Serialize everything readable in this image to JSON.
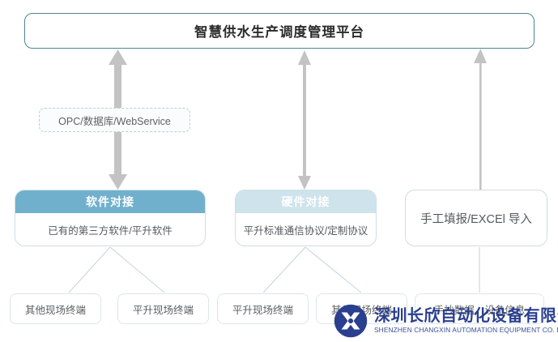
{
  "platform": {
    "title": "智慧供水生产调度管理平台"
  },
  "protocol_tag": {
    "label": "OPC/数据库/WebService"
  },
  "cards": [
    {
      "id": "software",
      "header": "软件对接",
      "body": "已有的第三方软件/平升软件",
      "header_style": "strong",
      "header_color": "#71b0cd"
    },
    {
      "id": "hardware",
      "header": "硬件对接",
      "body": "平升标准通信协议/定制协议",
      "header_style": "light",
      "header_color": "#cfe3ec"
    },
    {
      "id": "manual",
      "header": "",
      "body": "手工填报/EXCEl 导入",
      "header_style": "none",
      "header_color": ""
    }
  ],
  "terminals": [
    {
      "label": "其他现场终端"
    },
    {
      "label": "平升现场终端"
    },
    {
      "label": "平升现场终端"
    },
    {
      "label": "其他现场终端"
    },
    {
      "label": "手抄数据、设备信息"
    }
  ],
  "watermark": {
    "company_cn": "深圳长欣自动化设备有限公司",
    "company_en": "SHENZHEN CHANGXIN AUTOMATION EQUIPMENT CO. LTD",
    "color": "#2a3f8f"
  },
  "theme": {
    "platform_border": "#4e8396",
    "card_border": "#cfdde4",
    "arrow_gray": "#c3c3c3",
    "connector_line": "#c9d6dd",
    "text_dark": "#2b2b2b",
    "text_body": "#55595c"
  }
}
